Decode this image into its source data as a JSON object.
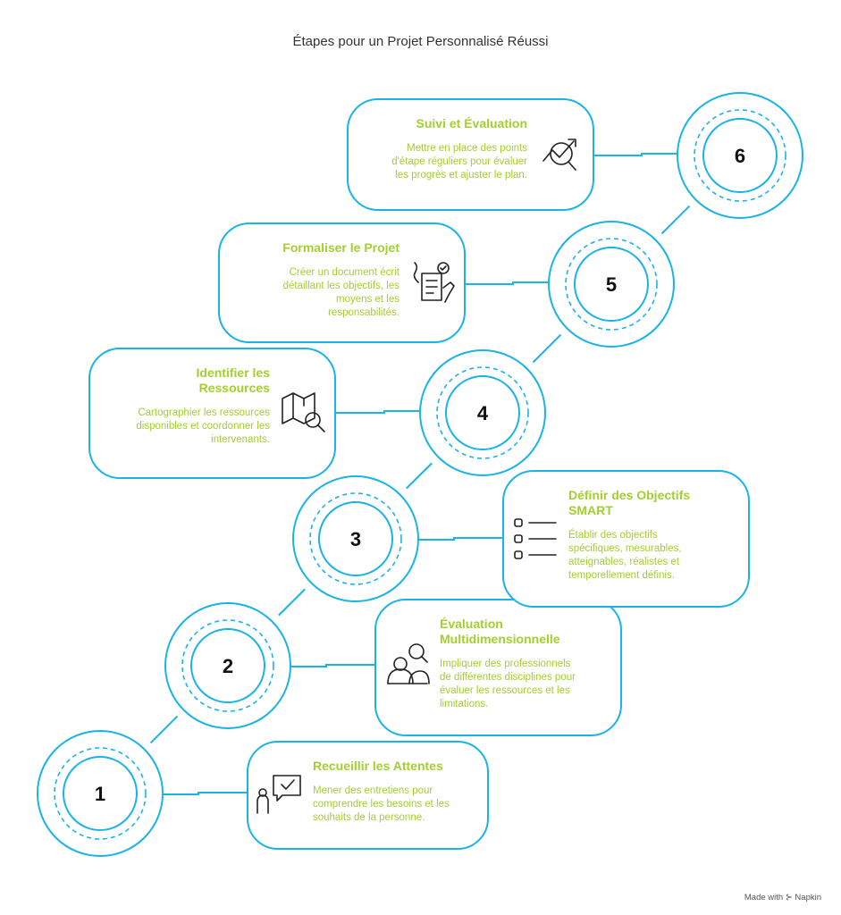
{
  "title": "Étapes pour un Projet Personnalisé Réussi",
  "footer": "Made with ⊱ Napkin",
  "colors": {
    "accent": "#1ab3e8",
    "title_green": "#a3cf2f",
    "text_green": "#a3cf2f"
  },
  "steps": [
    {
      "number": "1",
      "title": [
        "Recueillir les Attentes"
      ],
      "desc": [
        "Mener des entretiens pour",
        "comprendre les besoins et les",
        "souhaits de la personne."
      ],
      "icon": "person-chat-check-icon"
    },
    {
      "number": "2",
      "title": [
        "Évaluation",
        "Multidimensionnelle"
      ],
      "desc": [
        "Impliquer des professionnels",
        "de différentes disciplines pour",
        "évaluer les ressources et les",
        "limitations."
      ],
      "icon": "people-search-icon"
    },
    {
      "number": "3",
      "title": [
        "Définir des Objectifs",
        "SMART"
      ],
      "desc": [
        "Établir des objectifs",
        "spécifiques, mesurables,",
        "atteignables, réalistes et",
        "temporellement définis."
      ],
      "icon": "checklist-icon"
    },
    {
      "number": "4",
      "title": [
        "Identifier les",
        "Ressources"
      ],
      "desc": [
        "Cartographier les ressources",
        "disponibles et coordonner les",
        "intervenants."
      ],
      "icon": "map-search-icon"
    },
    {
      "number": "5",
      "title": [
        "Formaliser le Projet"
      ],
      "desc": [
        "Créer un document écrit",
        "détaillant les objectifs, les",
        "moyens et les",
        "responsabilités."
      ],
      "icon": "document-sign-icon"
    },
    {
      "number": "6",
      "title": [
        "Suivi et Évaluation"
      ],
      "desc": [
        "Mettre en place des points",
        "d'étape réguliers pour évaluer",
        "les progrès et ajuster le plan."
      ],
      "icon": "trend-search-icon"
    }
  ]
}
